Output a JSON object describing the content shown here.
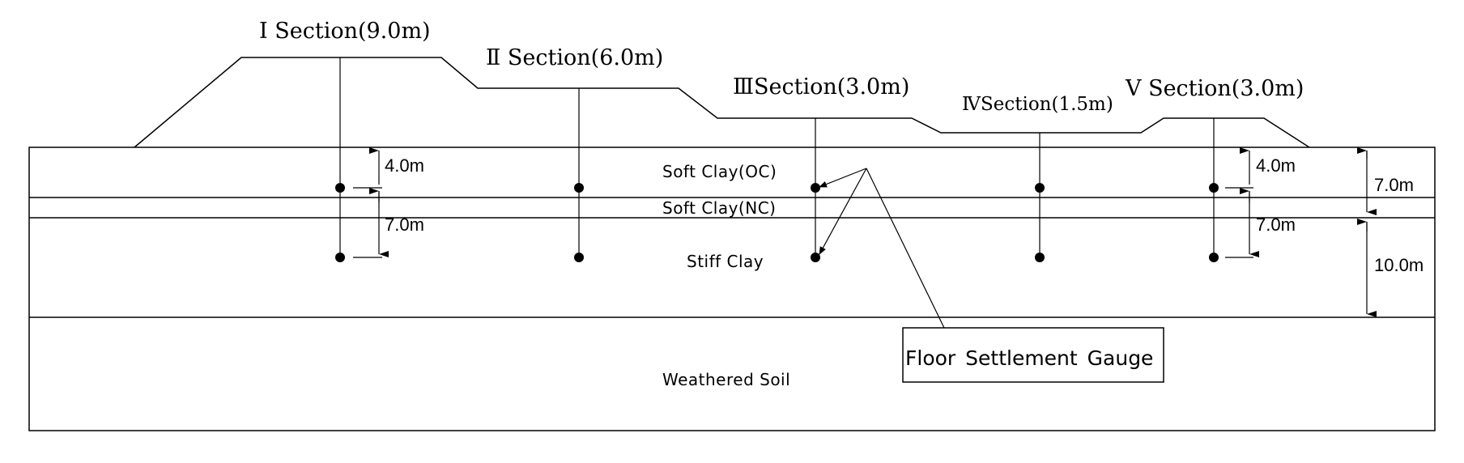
{
  "sections": [
    {
      "label": "Ⅰ Section(9.0m)"
    },
    {
      "label": "Ⅱ Section(6.0m)"
    },
    {
      "label": "ⅢSection(3.0m)"
    },
    {
      "label": "ⅣSection(1.5m)"
    },
    {
      "label": "Ⅴ Section(3.0m)"
    }
  ],
  "layers": {
    "soft_clay_oc": "Soft Clay(OC)",
    "soft_clay_nc": "Soft Clay(NC)",
    "stiff_clay": "Stiff Clay",
    "weathered_soil": "Weathered Soil"
  },
  "dimensions": {
    "left_upper": "4.0m",
    "left_lower": "7.0m",
    "right_upper": "4.0m",
    "right_lower": "7.0m",
    "total_upper": "7.0m",
    "total_lower": "10.0m"
  },
  "gauge_label": "Floor Settlement Gauge"
}
